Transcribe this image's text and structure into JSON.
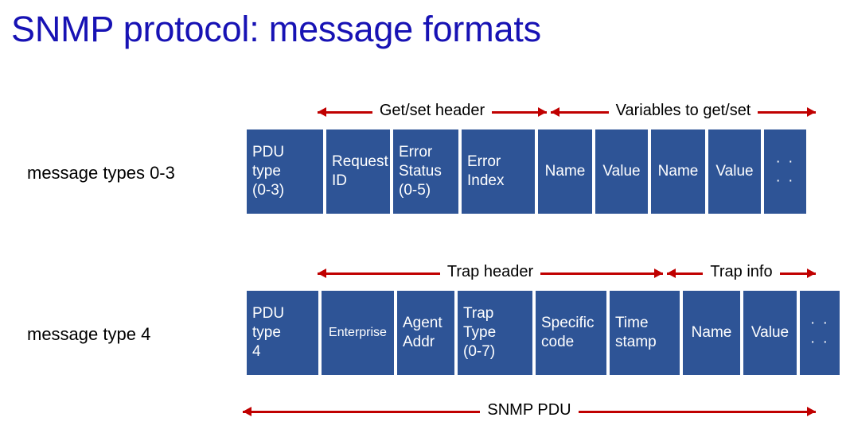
{
  "slide": {
    "title": "SNMP protocol: message formats",
    "title_color": "#1712b4",
    "cell_color": "#2e5496",
    "arrow_color": "#c00000"
  },
  "rows": [
    {
      "label": "message types 0-3",
      "cells": [
        {
          "text": "PDU\ntype\n(0-3)",
          "width": 96,
          "align": "left",
          "size": "normal"
        },
        {
          "text": "Request\nID",
          "width": 80,
          "align": "left",
          "size": "normal"
        },
        {
          "text": "Error\nStatus\n(0-5)",
          "width": 82,
          "align": "left",
          "size": "normal"
        },
        {
          "text": "Error\nIndex",
          "width": 92,
          "align": "left",
          "size": "normal"
        },
        {
          "text": "Name",
          "width": 68,
          "align": "center",
          "size": "normal"
        },
        {
          "text": "Value",
          "width": 66,
          "align": "center",
          "size": "normal"
        },
        {
          "text": "Name",
          "width": 68,
          "align": "center",
          "size": "normal"
        },
        {
          "text": "Value",
          "width": 66,
          "align": "center",
          "size": "normal"
        },
        {
          "text": "· · · ·",
          "width": 53,
          "align": "center",
          "size": "dots"
        }
      ]
    },
    {
      "label": "message type 4",
      "cells": [
        {
          "text": "PDU\ntype\n4",
          "width": 90,
          "align": "left",
          "size": "normal"
        },
        {
          "text": "Enterprise",
          "width": 91,
          "align": "center",
          "size": "small"
        },
        {
          "text": "Agent\nAddr",
          "width": 72,
          "align": "left",
          "size": "normal"
        },
        {
          "text": "Trap\nType\n(0-7)",
          "width": 94,
          "align": "left",
          "size": "normal"
        },
        {
          "text": "Specific\ncode",
          "width": 89,
          "align": "left",
          "size": "normal"
        },
        {
          "text": "Time\nstamp",
          "width": 88,
          "align": "left",
          "size": "normal"
        },
        {
          "text": "Name",
          "width": 72,
          "align": "center",
          "size": "normal"
        },
        {
          "text": "Value",
          "width": 67,
          "align": "center",
          "size": "normal"
        },
        {
          "text": "· · · ·",
          "width": 50,
          "align": "center",
          "size": "dots"
        }
      ]
    }
  ],
  "annotations": {
    "getset_header": "Get/set header",
    "variables": "Variables to get/set",
    "trap_header": "Trap header",
    "trap_info": "Trap info",
    "snmp_pdu": "SNMP PDU"
  }
}
